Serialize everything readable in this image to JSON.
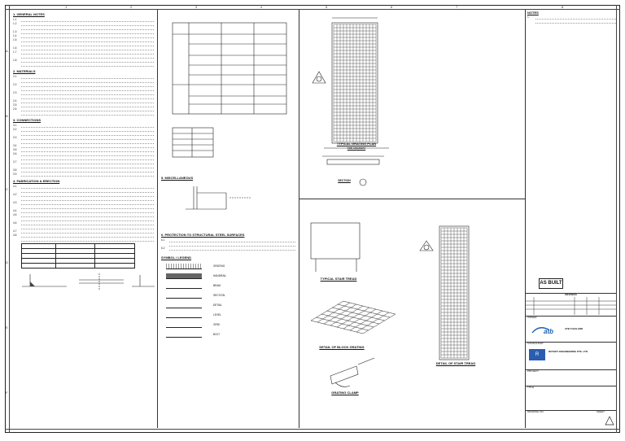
{
  "sheet": {
    "col_marks": [
      "1",
      "2",
      "3",
      "4",
      "5",
      "6",
      "7",
      "8"
    ],
    "row_marks": [
      "A",
      "B",
      "C",
      "D",
      "E",
      "F"
    ]
  },
  "notes_left": {
    "general": {
      "title": "1. GENERAL NOTES",
      "items": [
        "1.1",
        "1.2",
        "1.3",
        "1.4",
        "1.5",
        "1.6",
        "1.7",
        "1.8"
      ]
    },
    "materials": {
      "title": "2. MATERIALS",
      "items": [
        "2.1",
        "2.2",
        "2.3",
        "2.4",
        "2.5",
        "2.6"
      ]
    },
    "connections": {
      "title": "3. CONNECTIONS",
      "items": [
        "3.1",
        "3.2",
        "3.3",
        "3.4",
        "3.5",
        "3.6",
        "3.7",
        "3.8",
        "3.9"
      ]
    },
    "fabrication": {
      "title": "4. FABRICATION & ERECTION",
      "items": [
        "4.1",
        "4.2",
        "4.3",
        "4.4",
        "4.5",
        "4.6",
        "4.7",
        "4.8"
      ]
    }
  },
  "notes_mid": {
    "misc": {
      "title": "5. MISCELLANEOUS"
    },
    "protection": {
      "title": "6. PROTECTION TO STRUCTURAL STEEL SURFACES"
    },
    "legend": {
      "title": "SYMBOL / LEGEND",
      "items": [
        "GRATING",
        "HANDRAIL",
        "BEAM",
        "SECTION",
        "DETAIL",
        "LEVEL",
        "GRID",
        "BOLT"
      ]
    }
  },
  "drawings": {
    "plan_title": "TYPICAL GRATING PLAN",
    "plan_sub": "FOR AISLEWAY",
    "section_title": "SECTION",
    "stair_title": "TYPICAL STAIR TREAD",
    "stair_plan_title": "DETAIL OF STAIR TREAD",
    "grating_detail_title": "DETAIL OF BLOCK GRATING",
    "clamp_title": "GRATING CLAMP"
  },
  "title_block": {
    "notes_header": "NOTES",
    "stamp": "AS BUILT",
    "revision_header": "REVISION",
    "owner_label": "OWNER",
    "consultant_label": "CONSULTANT",
    "project_label": "PROJECT",
    "title_label": "TITLE",
    "drawing_no_label": "DRAWING NO.",
    "sheet_label": "SHEET",
    "owner_name": "ATB THAILAND",
    "consultant_name": "ROTARY ENGINEERING PTE. LTD."
  }
}
